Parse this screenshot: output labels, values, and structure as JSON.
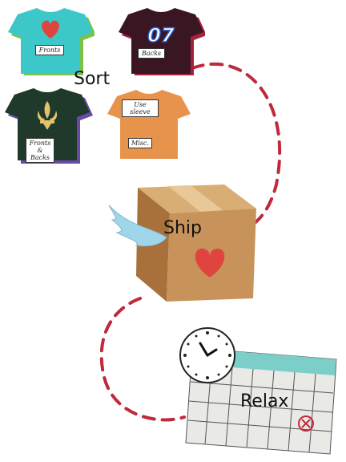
{
  "labels": {
    "sort": "Sort",
    "ship": "Ship",
    "relax": "Relax"
  },
  "shirts": [
    {
      "tag": "Fronts",
      "color": "#3cc8c8",
      "print": "heart"
    },
    {
      "tag": "Backs",
      "number": "07",
      "color": "#3a1622"
    },
    {
      "tag": "Fronts & Backs",
      "color": "#1f3a2a",
      "print": "fleur-de-lis"
    },
    {
      "tag_top": "Use sleeve",
      "tag": "Misc.",
      "color": "#e8934c"
    }
  ],
  "colors": {
    "path": "#c0283c",
    "heart": "#e0443e",
    "box": "#c7935a",
    "calendar_header": "#7ccfc8"
  },
  "icons": [
    "heart-icon",
    "fleur-de-lis-icon",
    "wing-icon",
    "clock-icon",
    "calendar-icon",
    "x-mark-icon"
  ]
}
